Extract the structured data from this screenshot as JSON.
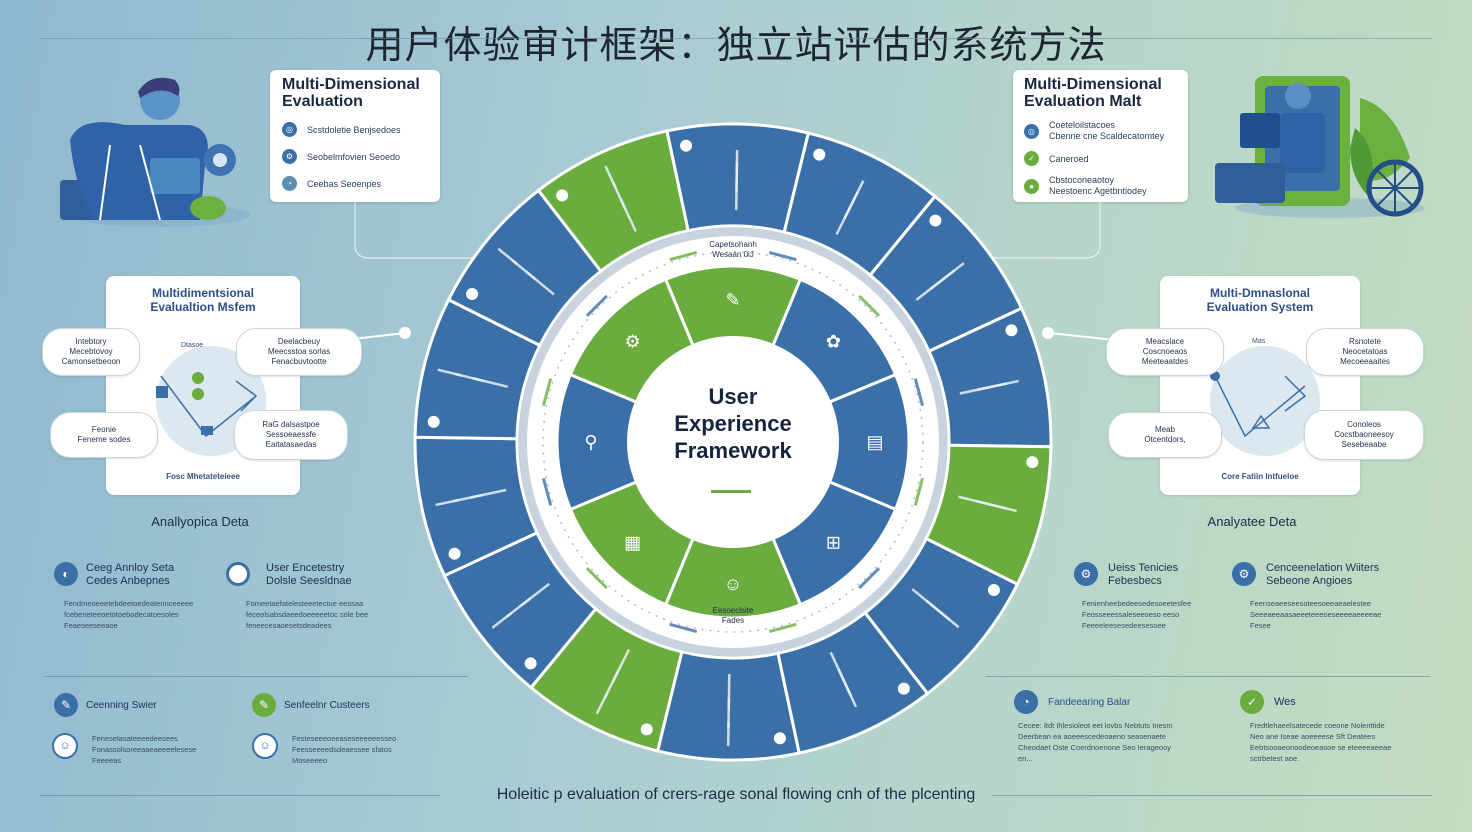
{
  "title": "用户体验审计框架：独立站评估的系统方法",
  "center": {
    "line1": "User",
    "line2": "Experience",
    "line3": "Framework"
  },
  "ring_labels": {
    "top": "Capetsohanh\nWesaan 0iJ",
    "bottom": "Eesoeclsite\nFades"
  },
  "top_left_card": {
    "title": "Multi-Dimensional\nEvaluation",
    "items": [
      "Scstdoletie Benjsedoes",
      "Seobelmfovien Seoedo",
      "Ceebas Seoenpes"
    ]
  },
  "top_right_card": {
    "title": "Multi-Dimensional\nEvaluation Malt",
    "items": [
      "Coeteloilstacoes\nCbenne cne Scaldecatomtey",
      "Caneroed",
      "Cbstoconeaotoy\nNeestoenc Agetbntiodey"
    ]
  },
  "left_panel": {
    "title": "Multidimentsional\nEvalualtion Msfem",
    "pills": [
      "Intebtory\nMecebtovoy\nCamonsetbeoon",
      "Deelacbeuy\nMeecsstoa sorlas\nFenacbuvtootte",
      "Feonie\nFeneme sodes",
      "RaG dalsastpoe\nSessoeaessfe\nEaitatasaedas"
    ],
    "center_label": "Dtasoe",
    "footer": "Fosc Mhetateteieee"
  },
  "right_panel": {
    "title": "Multi-Dmnaslonal\nEvaluation System",
    "pills": [
      "Meacslace\nCoscnoeaos\nMeeteaatdes",
      "Rsnotete\nNeocetatoas\nMecoeeaaites",
      "Meab\nOtcentdors,",
      "Conoleos\nCocstbaoneesoy\nSesebeaabe"
    ],
    "center_label": "Mas",
    "footer": "Core Fatiin Intfueloe"
  },
  "left_section": {
    "heading": "Anallyopica Deta",
    "items": [
      {
        "h": "Ceeg Annloy Seta\nCedes Anbepnes",
        "t": "Fendmeoeeetebdeetoedeatennceeeee\nfcebeneteeoetotoebodecatoesoles\nFeaeseeseeaoe"
      },
      {
        "h": "User Encetestry\nDolsle Seesldnae",
        "t": "Fomeetaefatelesteeetectue eessaa\nfeceolsabsdaeedoeeeeetoc sole bee\nfeneecesaoesetsdeadees"
      }
    ],
    "bottom_items": [
      {
        "h": "Ceenning Swier",
        "t": "Feneselasateeeedeesees\nFonassolsoreeaaeaeeeelesese\nFeeeeas"
      },
      {
        "h": "Senfeelnr Custeers",
        "t": "Festeseeeoeeaseseeeeeesseo\nFeesseeeedsdeaessee sfatos\nMoseeeeo"
      }
    ]
  },
  "right_section": {
    "heading": "Analyatee Deta",
    "items": [
      {
        "h": "Ueiss Tenicies\nFebesbecs",
        "t": "Fenienheebedeesedesoeetesfee\nFeosseeessaleseeoeso eeso\nFeeeeleesesedeesesoee"
      },
      {
        "h": "Cenceenelation Wiiters\nSebeone Angioes",
        "t": "Feenseaeeseesoteesoeeaeaelestee\nSeeeaeeaasaeeeteeeoeseeeeaeeeeae\nFesee"
      }
    ],
    "bottom_items": [
      {
        "h": "Fandeearing Balar",
        "t": "Cecee: Itdt Ihlesioleot eet lovbs Nebtuts Inesm\nDeerbean ea aoeeescedeoaeno seasenaete\nCheodaet Oste Coerdnoenone Seo Ierageooy\nen..."
      },
      {
        "h": "Wes",
        "t": "Fredtlehaeelsatecede coeone Nolenttide\nNeo ane Iseae aoeeeese Sft Deatees\nEebtsooaeonoodeoeasoe se eteeeeaeeae\nsctrbetest aoe."
      }
    ]
  },
  "footer": "Holeitic p evaluation of crers-rage sonal flowing cnh of the plcenting",
  "colors": {
    "blue": "#3b6fa8",
    "green": "#6aac3e",
    "navy": "#1d2f52"
  }
}
